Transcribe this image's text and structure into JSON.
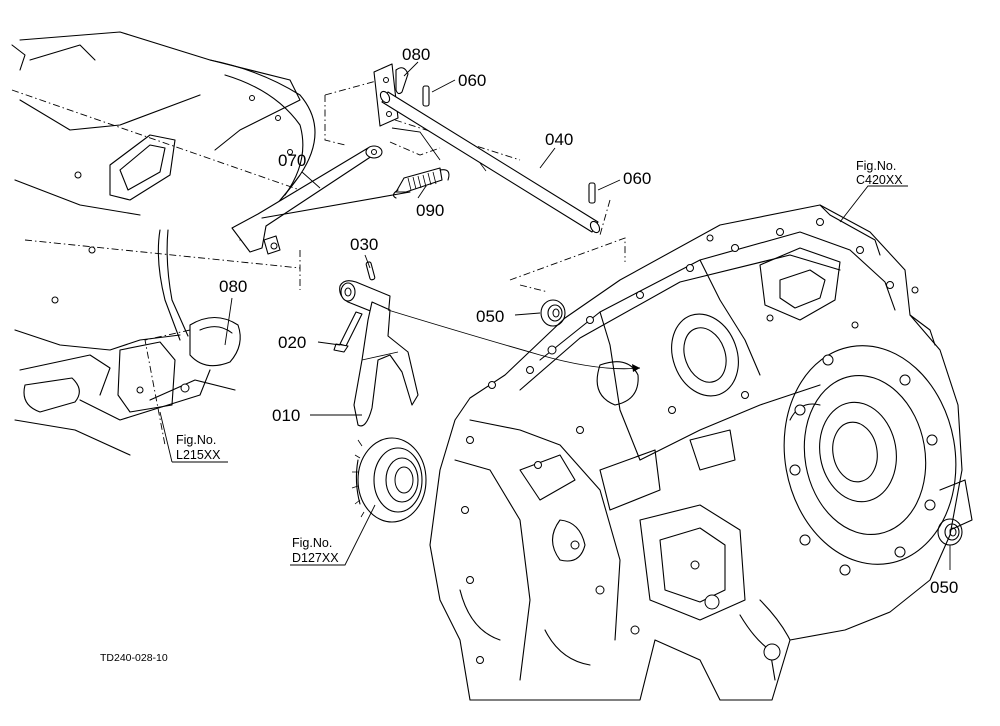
{
  "diagram": {
    "drawing_code": "TD240-028-10",
    "callouts": {
      "shift_fork": "010",
      "fork_pin": "020",
      "spring_pin_030": "030",
      "shift_rod": "040",
      "oil_seal_left": "050",
      "oil_seal_right": "050",
      "spring_pin_060_top": "060",
      "spring_pin_060_mid": "060",
      "shift_arm": "070",
      "clip_top": "080",
      "clip_left": "080",
      "tension_spring": "090"
    },
    "figure_refs": {
      "transmission_case": {
        "prefix": "Fig.No.",
        "code": "C420XX"
      },
      "clutch_housing": {
        "prefix": "Fig.No.",
        "code": "L215XX"
      },
      "gear_assembly": {
        "prefix": "Fig.No.",
        "code": "D127XX"
      }
    }
  }
}
